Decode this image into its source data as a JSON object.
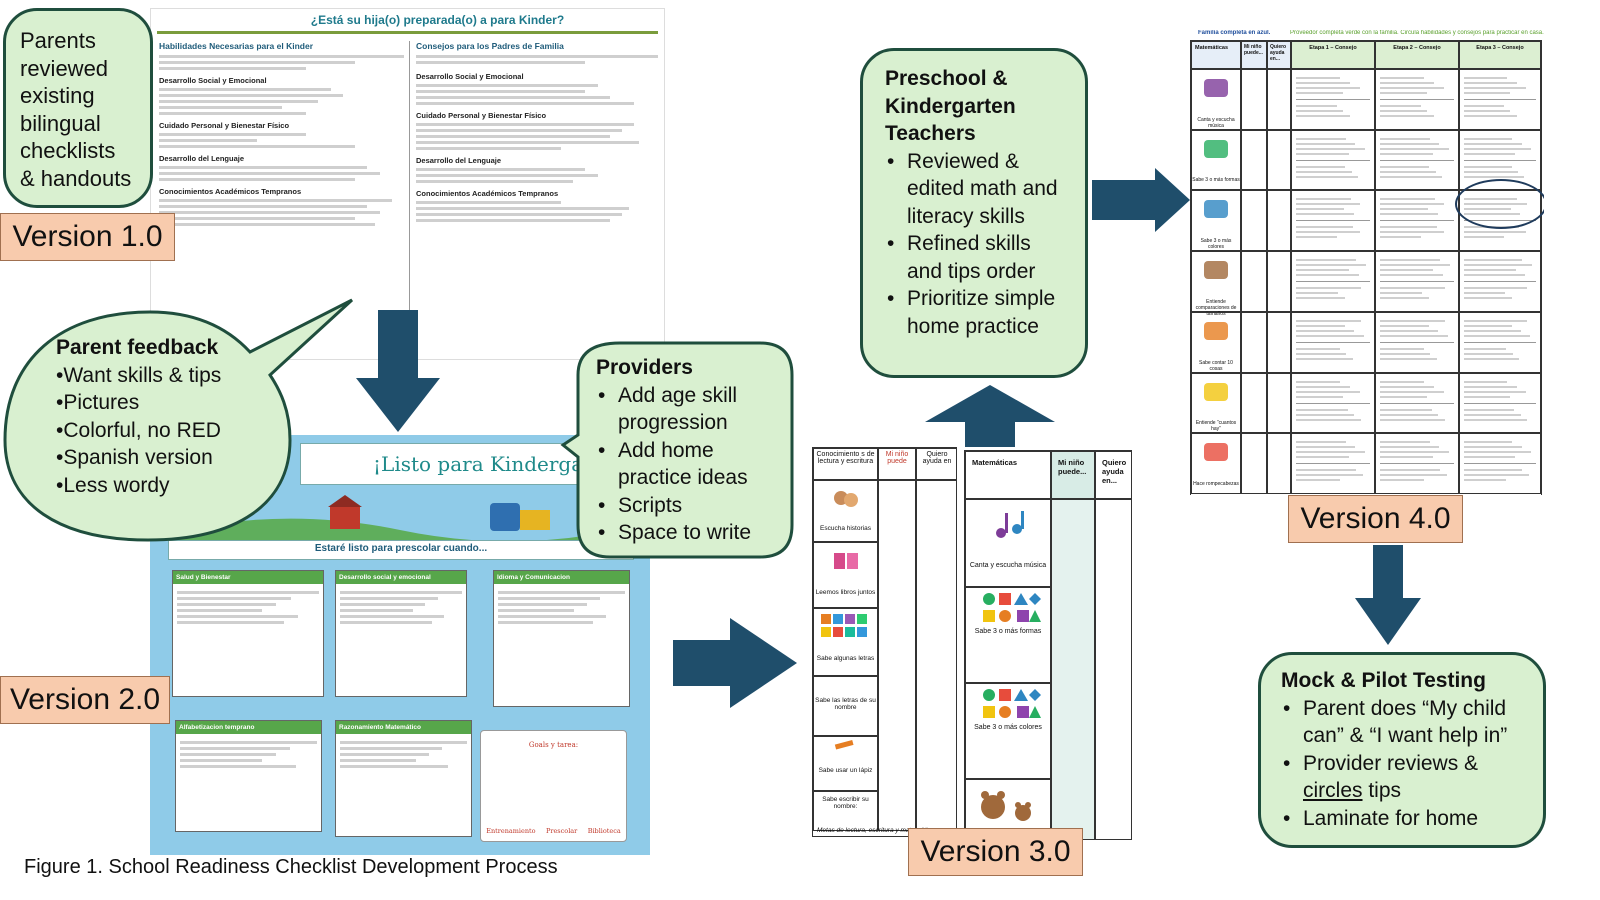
{
  "versions": {
    "v1": "Version 1.0",
    "v2": "Version 2.0",
    "v3": "Version 3.0",
    "v4": "Version 4.0"
  },
  "caption": "Figure 1. School Readiness Checklist Development Process",
  "bubbles": {
    "parents_reviewed": "Parents reviewed existing bilingual checklists & handouts",
    "parent_feedback": {
      "title": "Parent feedback",
      "items": [
        "•Want skills & tips",
        "•Pictures",
        "•Colorful, no RED",
        "•Spanish version",
        "•Less wordy"
      ]
    },
    "providers": {
      "title": "Providers",
      "items": [
        "Add age skill progression",
        "Add home practice ideas",
        "Scripts",
        "Space to write"
      ]
    },
    "teachers": {
      "title": "Preschool & Kindergarten Teachers",
      "items": [
        "Reviewed & edited math and literacy skills",
        "Refined skills and tips order",
        "Prioritize simple home practice"
      ]
    },
    "testing": {
      "title": "Mock & Pilot Testing",
      "items": [
        "Parent does “My child can” & “I want help in”",
        "Provider reviews & circles tips",
        "Laminate for home"
      ],
      "underlined_word": "circles"
    }
  },
  "doc_v1": {
    "title": "¿Está su hija(o) preparada(o) a para Kinder?",
    "left_heading": "Habilidades Necesarias para el Kinder",
    "right_heading": "Consejos para los Padres de Familia",
    "sections_left": [
      "Desarrollo Social y Emocional",
      "Cuidado Personal y Bienestar Físico",
      "Desarrollo del Lenguaje",
      "Conocimientos Académicos Tempranos"
    ],
    "sections_right": [
      "Desarrollo Social y Emocional",
      "Cuidado Personal y Bienestar Físico",
      "Desarrollo del Lenguaje",
      "Conocimientos Académicos Tempranos"
    ]
  },
  "doc_v2": {
    "title": "¡Listo para Kindergar",
    "subtitle": "Estaré listo para prescolar cuando...",
    "boxes": [
      "Salud y Bienestar",
      "Desarrollo social y emocional",
      "Idioma y Comunicacion",
      "Alfabetizacion temprano",
      "Razonamiento Matemático"
    ],
    "goals": "Goals y tarea:",
    "footer": [
      "Entrenamiento",
      "Prescolar",
      "Biblioteca"
    ]
  },
  "doc_v3": {
    "left_headers": [
      "Conocimiento s de lectura y escritura",
      "Mi niño puede",
      "Quiero ayuda en"
    ],
    "left_rows": [
      "Escucha historias",
      "Leemos libros juntos",
      "Sabe algunas letras",
      "Sabe las letras de su nombre",
      "Sabe usar un lápiz",
      "Sabe escribir su nombre:"
    ],
    "right_headers": [
      "Matemáticas",
      "Mi niño puede...",
      "Quiero ayuda en..."
    ],
    "right_rows": [
      "Canta y escucha música",
      "Sabe 3 o más formas",
      "Sabe 3 o más colores"
    ],
    "footer": "Metas de lectura, escritura y matemáticas"
  },
  "doc_v4": {
    "top_left": "Familia completa en azul.",
    "top_right": "Proveedor completa verde con la familia. Circula habilidades y consejos para practicar en casa.",
    "headers": [
      "Matemáticas",
      "Mi niño puede...",
      "Quiero ayuda en...",
      "Etapa 1 – Consejo",
      "Etapa 2 – Consejo",
      "Etapa 3 – Consejo"
    ],
    "rows": [
      "Canta y escucha música",
      "Sabe 3 o más formas",
      "Sabe 3 o más colores",
      "Entiende comparaciones de tamaños",
      "Sabe contar 10 cosas",
      "Entiende “cuantos hay”",
      "Hace rompecabezas"
    ]
  },
  "colors": {
    "bubble_fill": "#d9f0d0",
    "bubble_border": "#1f4e3d",
    "version_fill": "#f8cbad",
    "arrow": "#1f4e6b",
    "v2_background": "#8fcbe8"
  }
}
